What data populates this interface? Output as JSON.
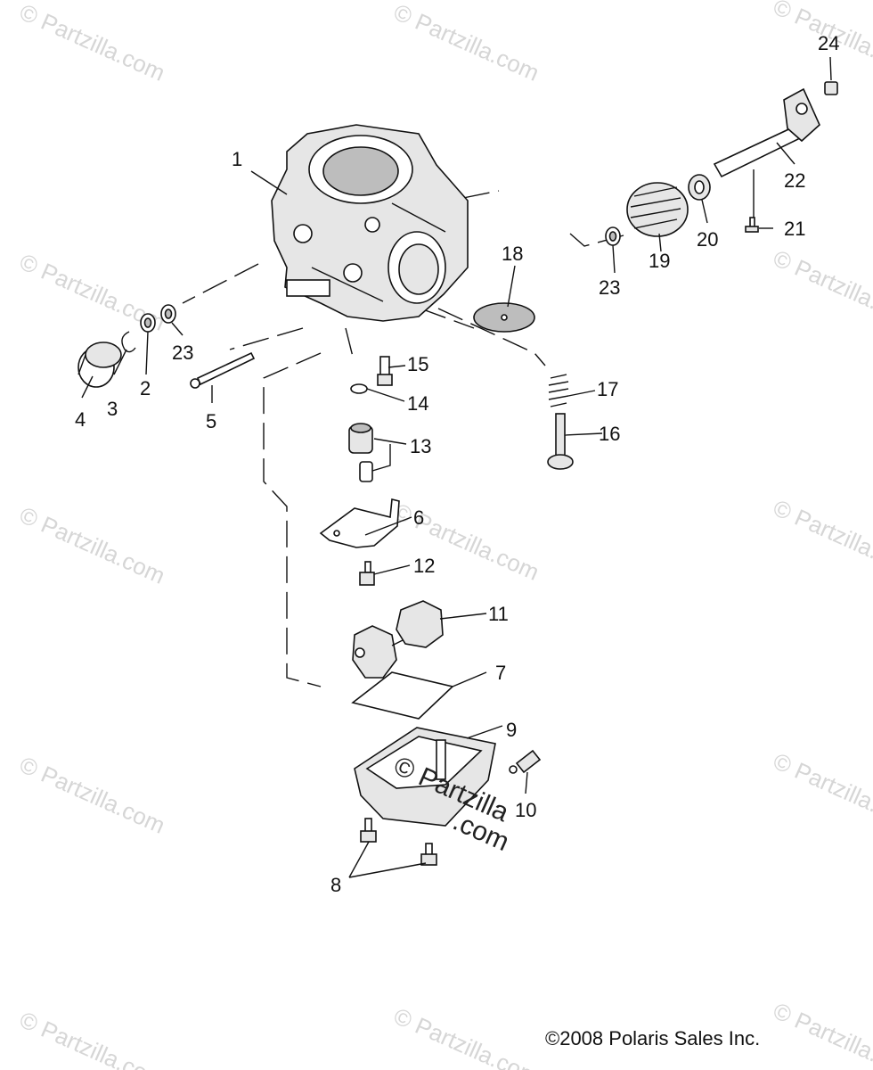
{
  "diagram": {
    "callouts": [
      {
        "id": "c1",
        "label": "1"
      },
      {
        "id": "c2",
        "label": "2"
      },
      {
        "id": "c3",
        "label": "3"
      },
      {
        "id": "c4",
        "label": "4"
      },
      {
        "id": "c5",
        "label": "5"
      },
      {
        "id": "c6",
        "label": "6"
      },
      {
        "id": "c7",
        "label": "7"
      },
      {
        "id": "c8",
        "label": "8"
      },
      {
        "id": "c9",
        "label": "9"
      },
      {
        "id": "c10",
        "label": "10"
      },
      {
        "id": "c11",
        "label": "11"
      },
      {
        "id": "c12",
        "label": "12"
      },
      {
        "id": "c13",
        "label": "13"
      },
      {
        "id": "c14",
        "label": "14"
      },
      {
        "id": "c15",
        "label": "15"
      },
      {
        "id": "c16",
        "label": "16"
      },
      {
        "id": "c17",
        "label": "17"
      },
      {
        "id": "c18",
        "label": "18"
      },
      {
        "id": "c19",
        "label": "19"
      },
      {
        "id": "c20",
        "label": "20"
      },
      {
        "id": "c21",
        "label": "21"
      },
      {
        "id": "c22",
        "label": "22"
      },
      {
        "id": "c23a",
        "label": "23"
      },
      {
        "id": "c23b",
        "label": "23"
      },
      {
        "id": "c24",
        "label": "24"
      }
    ],
    "watermark_text": "© Partzilla.com",
    "watermark_center_line1": "© Partzilla",
    "watermark_center_line2": ".com",
    "copyright": "©2008 Polaris Sales Inc."
  }
}
